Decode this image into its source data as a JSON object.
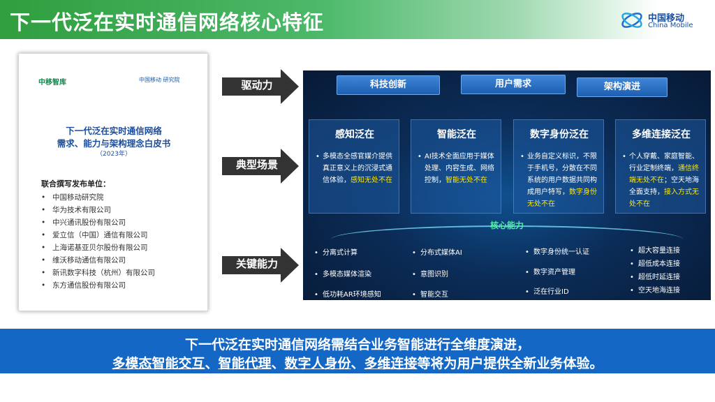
{
  "header": {
    "title": "下一代泛在实时通信网络核心特征",
    "logo_cn": "中国移动",
    "logo_en": "China Mobile"
  },
  "paper": {
    "logo_left": "中移智库",
    "logo_right": "中国移动 研究院",
    "title_line1": "下一代泛在实时通信网络",
    "title_line2": "需求、能力与架构理念白皮书",
    "year": "（2023年）",
    "units_heading": "联合撰写发布单位：",
    "units": [
      "中国移动研究院",
      "华为技术有限公司",
      "中兴通讯股份有限公司",
      "爱立信（中国）通信有限公司",
      "上海诺基亚贝尔股份有限公司",
      "维沃移动通信有限公司",
      "新讯数字科技（杭州）有限公司",
      "东方通信股份有限公司"
    ]
  },
  "arrows": {
    "drivers": "驱动力",
    "scenarios": "典型场景",
    "capabilities": "关键能力"
  },
  "panel": {
    "drivers": [
      "科技创新",
      "用户需求",
      "架构演进"
    ],
    "cards": [
      {
        "title": "感知泛在",
        "body": "多模态全感官媒介提供真正意义上的沉浸式通信体验，",
        "highlight": "感知无处不在"
      },
      {
        "title": "智能泛在",
        "body": "AI技术全面应用于媒体处理、内容生成、网络控制，",
        "highlight": "智能无处不在"
      },
      {
        "title": "数字身份泛在",
        "body": "业务自定义标识，不限于手机号，分散在不同系统的用户数据共同构成用户特写，",
        "highlight": "数字身份无处不在"
      },
      {
        "title": "多维连接泛在",
        "body": "个人穿戴、家庭智能、行业定制终端，",
        "highlight": "通信终端无处不在",
        "body2": "；空天地海全面支持，",
        "highlight2": "接入方式无处不在"
      }
    ],
    "core_title": "核心能力",
    "capabilities": [
      [
        "分离式计算",
        "多模态媒体渲染",
        "低功耗AR环境感知"
      ],
      [
        "分布式媒体AI",
        "意图识别",
        "智能交互"
      ],
      [
        "数字身份统一认证",
        "数字资产管理",
        "泛在行业ID"
      ],
      [
        "超大容量连接",
        "超低成本连接",
        "超低时延连接",
        "空天地海连接"
      ]
    ]
  },
  "banner": {
    "line1": "下一代泛在实时通信网络需结合业务智能进行全维度演进，",
    "line2_items": [
      "多模态智能交互",
      "、",
      "智能代理",
      "、",
      "数字人身份",
      "、",
      "多维连接"
    ],
    "line2_tail": "等将为用户提供全新业务体验。"
  },
  "colors": {
    "title_green": "#2f9e3e",
    "banner_blue": "#1467c4",
    "highlight_yellow": "#ffe600",
    "core_green": "#4cf0a0"
  }
}
